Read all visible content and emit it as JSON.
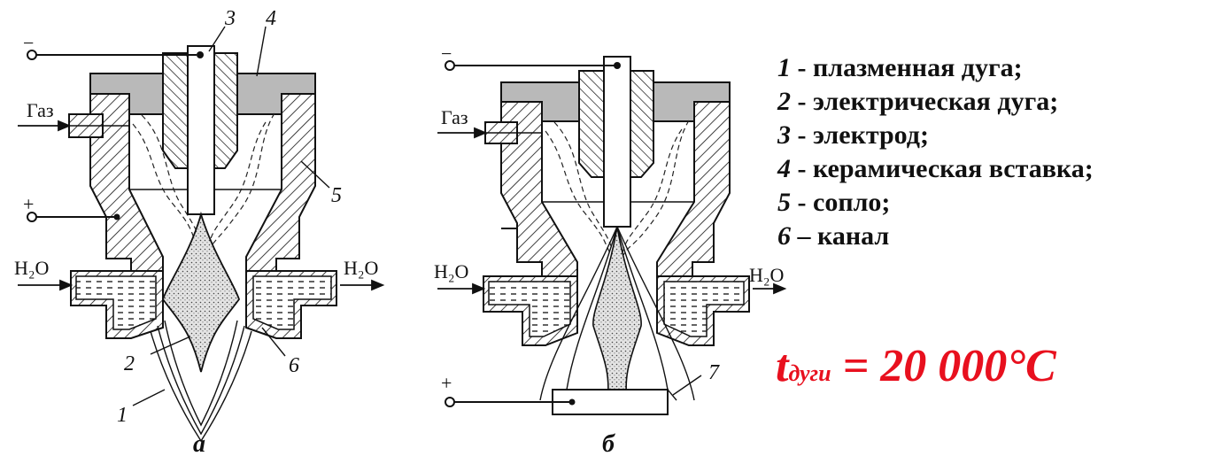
{
  "labels": {
    "minus": "−",
    "plus": "+",
    "gas": "Газ",
    "water_left_a": "H₂O",
    "water_right_a": "H₂O",
    "water_left_b": "H₂O",
    "water_right_b": "H₂O",
    "n1": "1",
    "n2": "2",
    "n3": "3",
    "n4": "4",
    "n5": "5",
    "n6": "6",
    "n7": "7"
  },
  "captions": {
    "a": "а",
    "b": "б"
  },
  "legend": [
    {
      "num": "1",
      "sep": " - ",
      "text": "плазменная дуга;"
    },
    {
      "num": "2",
      "sep": " - ",
      "text": "электрическая дуга;"
    },
    {
      "num": "3",
      "sep": " - ",
      "text": "электрод;"
    },
    {
      "num": "4",
      "sep": " - ",
      "text": "керамическая вставка;"
    },
    {
      "num": "5",
      "sep": " - ",
      "text": "сопло;"
    },
    {
      "num": "6",
      "sep": " – ",
      "text": "канал"
    }
  ],
  "formula": {
    "t": "t",
    "sub": "дуги",
    "rest": " = 20 000°С"
  },
  "colors": {
    "formula": "#e8101e",
    "ceramic": "#b9b9b9",
    "ink": "#111111"
  }
}
